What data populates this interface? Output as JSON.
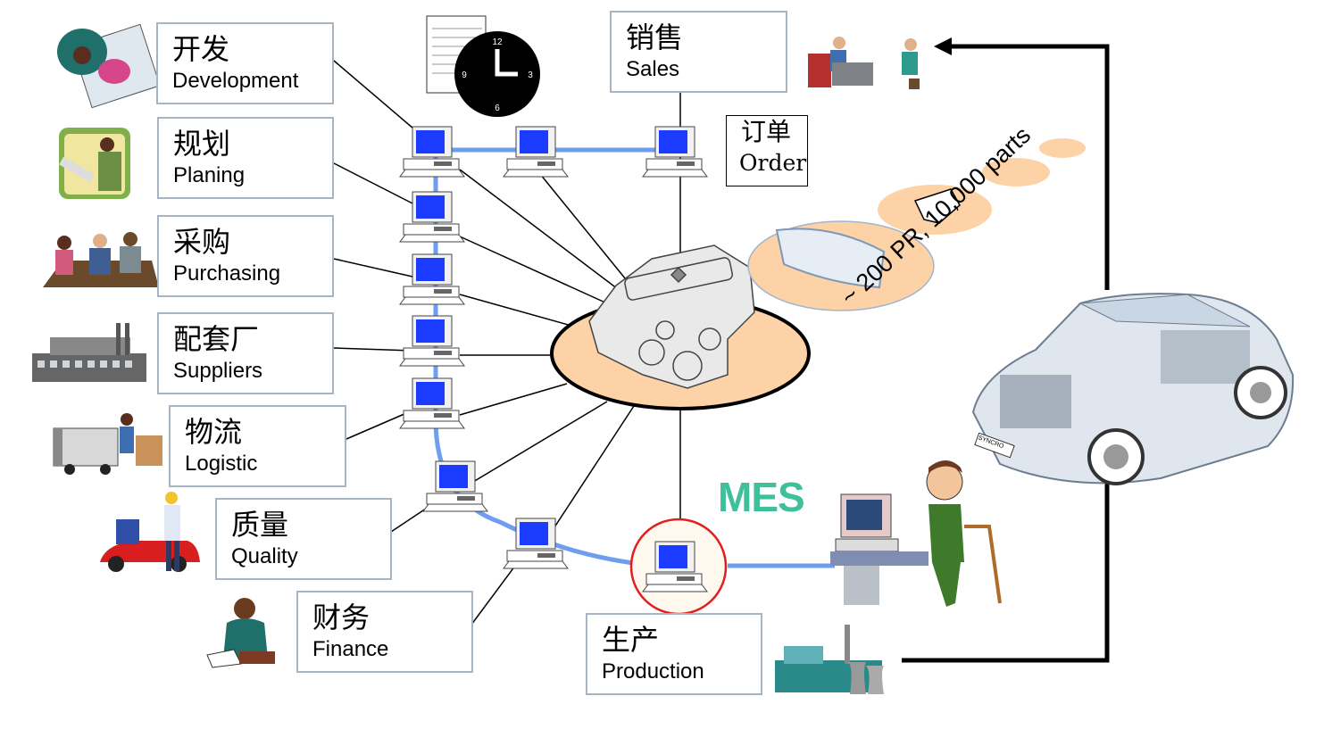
{
  "departments": [
    {
      "zh": "开发",
      "en": "Development"
    },
    {
      "zh": "规划",
      "en": "Planing"
    },
    {
      "zh": "采购",
      "en": "Purchasing"
    },
    {
      "zh": "配套厂",
      "en": "Suppliers"
    },
    {
      "zh": "物流",
      "en": "Logistic"
    },
    {
      "zh": "质量",
      "en": "Quality"
    },
    {
      "zh": "财务",
      "en": "Finance"
    }
  ],
  "sales": {
    "zh": "销售",
    "en": "Sales"
  },
  "production": {
    "zh": "生产",
    "en": "Production"
  },
  "order": {
    "zh": "订单",
    "en": "Order"
  },
  "mes_label": "MES",
  "parts_label": "~ 200 PR, 10,000 parts",
  "clock": {
    "n12": "12",
    "n3": "3",
    "n6": "6",
    "n9": "9"
  },
  "car_badge": "SYNCRO",
  "colors": {
    "network": "#6f9ef0",
    "hub": "#fcd2a6",
    "mes": "#3fbf9a",
    "screen": "#1b3cff",
    "highlight": "#e02020"
  }
}
